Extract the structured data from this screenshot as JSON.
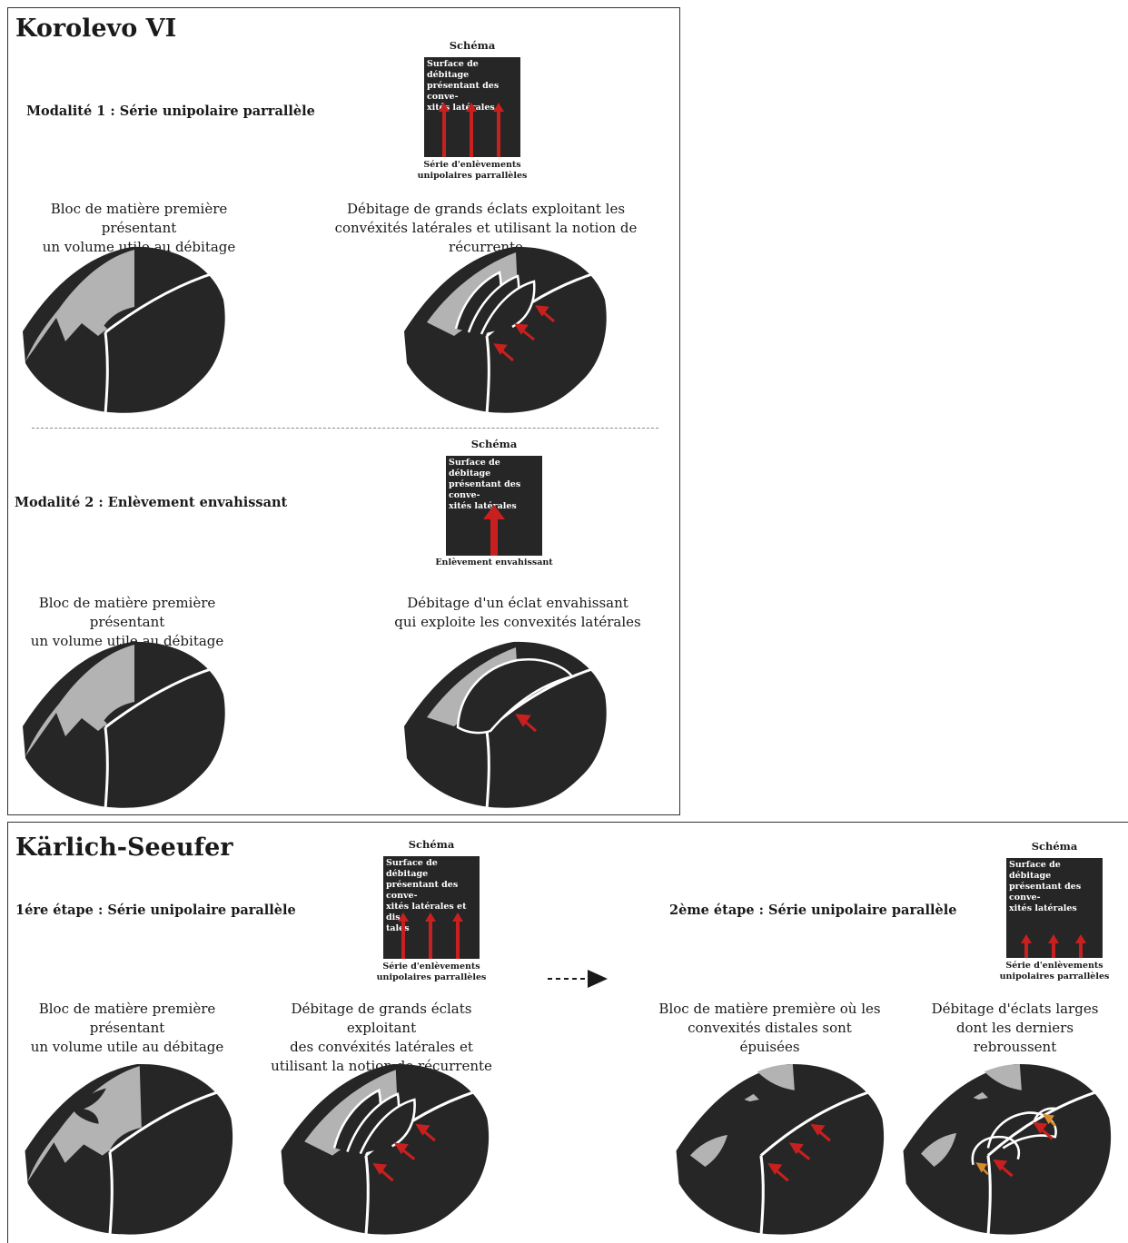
{
  "korolevo": {
    "title": "Korolevo VI",
    "mod1": {
      "title": "Modalité 1 : Série unipolaire parrallèle",
      "schema_label": "Schéma",
      "schema_text": "Surface de débitage\nprésentant des conve-\nxités latérales",
      "schema_caption": "Série d'enlèvements\nunipolaires parrallèles",
      "caption_left": "Bloc de matière première présentant\nun volume utile au débitage",
      "caption_right": "Débitage de grands éclats exploitant les\nconvéxités latérales et utilisant la notion de récurrente"
    },
    "mod2": {
      "title": "Modalité 2 : Enlèvement envahissant",
      "schema_label": "Schéma",
      "schema_text": "Surface de débitage\nprésentant des conve-\nxités latérales",
      "schema_caption": "Enlèvement envahissant",
      "caption_left": "Bloc de matière première présentant\nun volume utile au débitage",
      "caption_right": "Débitage d'un éclat envahissant\nqui exploite les convexités latérales"
    }
  },
  "karlich": {
    "title": "Kärlich-Seeufer",
    "step1": {
      "title": "1ére étape : Série unipolaire parallèle",
      "schema_label": "Schéma",
      "schema_text": "Surface de débitage\nprésentant des conve-\nxités latérales et dis-\ntales",
      "schema_caption": "Série d'enlèvements\nunipolaires parrallèles",
      "caption_left": "Bloc de matière première présentant\nun volume utile au débitage",
      "caption_right": "Débitage de grands éclats exploitant\ndes convéxités latérales et\nutilisant la notion de récurrente"
    },
    "step2": {
      "title": "2ème étape : Série unipolaire parallèle",
      "schema_label": "Schéma",
      "schema_text": "Surface de débitage\nprésentant des conve-\nxités latérales",
      "schema_caption": "Série d'enlèvements\nunipolaires parrallèles",
      "caption_left": "Bloc de matière première où les\nconvexités distales sont épuisées",
      "caption_right": "Débitage d'éclats larges\ndont les derniers rebroussent"
    }
  },
  "colors": {
    "stone_dark": "#262626",
    "cortex_grey": "#b3b3b3",
    "arrow_red": "#c8201f",
    "edge_white": "#ffffff"
  }
}
